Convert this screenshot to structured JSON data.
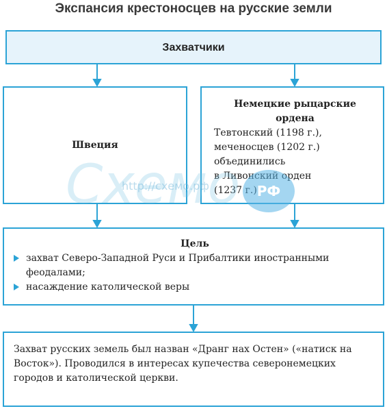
{
  "title": "Экспансия крестоносцев на русские земли",
  "header": "Захватчики",
  "left_box": "Швеция",
  "right_box": {
    "heading": "Немецкие рыцарские ордена",
    "lines": [
      "Тевтонский (1198 г.),",
      "меченосцев (1202 г.)",
      "объединились",
      "в Ливонский орден",
      "(1237 г.)"
    ]
  },
  "goal": {
    "heading": "Цель",
    "items": [
      "захват Северо-Западной Руси и Прибалтики иностранными феодалами;",
      "насаждение католической веры"
    ]
  },
  "note": "Захват русских земель был назван «Дранг нах Остен» («натиск на Восток»). Проводился в интересах купечества северонемецких городов и католической церкви.",
  "watermark": {
    "text": "Схемо",
    "url": "http://схемо.рф",
    "badge": "РФ"
  },
  "colors": {
    "border": "#2ba3d6",
    "header_fill": "#e6f3fb"
  }
}
